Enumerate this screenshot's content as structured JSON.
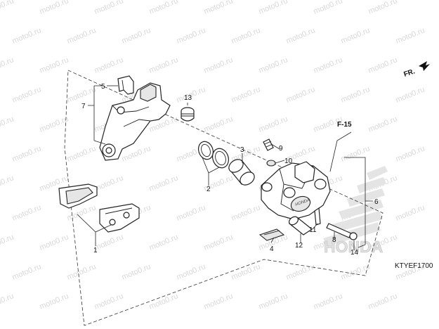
{
  "watermark": "moto0.ru",
  "direction_label": "FR.",
  "reference_label": "F-15",
  "diagram_code": "KTYEF1700",
  "brand_text": "HONDA",
  "callouts": {
    "c1": "1",
    "c2": "2",
    "c3": "3",
    "c4": "4",
    "c5": "5",
    "c6": "6",
    "c7": "7",
    "c8": "8",
    "c9": "9",
    "c10": "10",
    "c11": "11",
    "c12": "12",
    "c13": "13",
    "c14": "14"
  },
  "colors": {
    "line": "#222222",
    "watermark": "#d8d8d8",
    "logo": "#e2e2e2"
  }
}
